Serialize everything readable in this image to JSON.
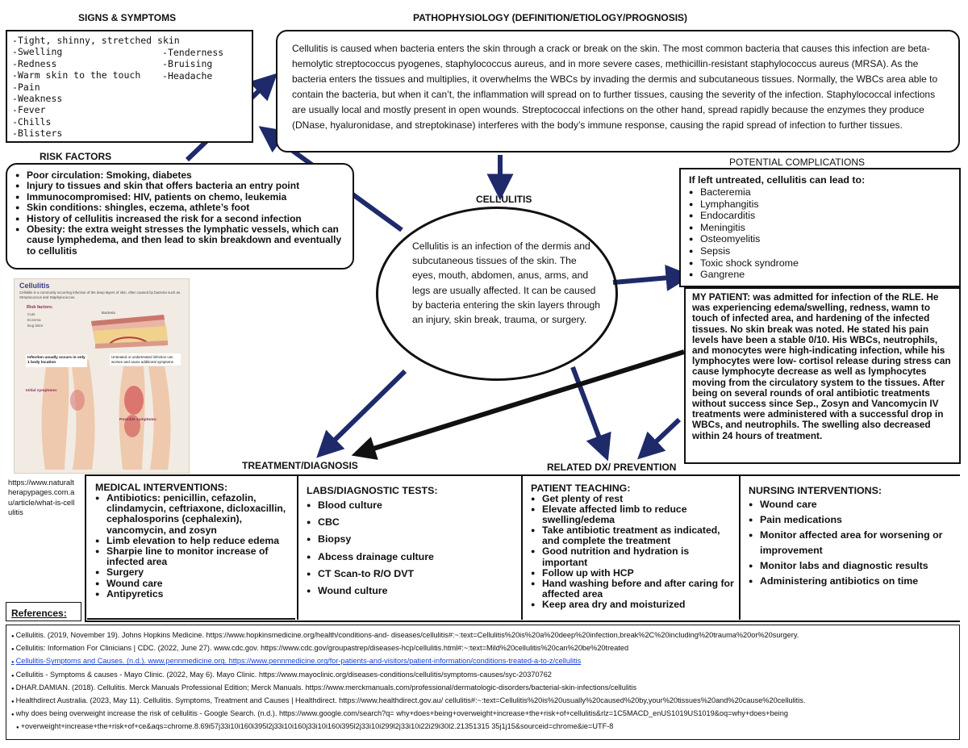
{
  "headers": {
    "signs": "SIGNS & SYMPTOMS",
    "patho": "PATHOPHYSIOLOGY (DEFINITION/ETIOLOGY/PROGNOSIS)",
    "risk": "RISK FACTORS",
    "cellulitis": "CELLULITIS",
    "complications": "POTENTIAL COMPLICATIONS",
    "treatment": "TREATMENT/DIAGNOSIS",
    "related": "RELATED DX/ PREVENTION"
  },
  "signs": {
    "left": [
      "Tight, shinny, stretched skin",
      "Swelling",
      "Redness",
      "Warm skin to the touch",
      "Pain",
      "Weakness",
      "Fever",
      "Chills",
      "Blisters"
    ],
    "right": [
      "Tenderness",
      "Bruising",
      "Headache"
    ]
  },
  "patho": {
    "text": "Cellulitis is caused when bacteria enters the skin through a crack or break on the skin. The most common bacteria that causes this infection are beta-hemolytic streptococcus pyogenes, staphylococcus aureus, and in more severe cases, methicillin-resistant staphylococcus aureus (MRSA). As the bacteria enters the tissues and multiplies, it overwhelms the WBCs by invading the dermis and subcutaneous tissues. Normally, the WBCs area able to contain the bacteria, but when it can’t, the inflammation will spread on to further tissues, causing the severity of the infection. Staphylococcal infections are usually local and mostly present in open wounds. Streptococcal infections on the other hand, spread rapidly because the enzymes they produce (DNase, hyaluronidase, and streptokinase) interferes with the body’s immune response, causing the rapid spread of infection to further tissues."
  },
  "risk": {
    "items": [
      "Poor circulation: Smoking, diabetes",
      "Injury to tissues and skin that offers bacteria an entry point",
      "Immunocompromised: HIV, patients on chemo, leukemia",
      "Skin conditions: shingles, eczema, athlete’s foot",
      "History of cellulitis increased the risk for a second infection",
      "Obesity: the extra weight stresses the lymphatic vessels, which can cause lymphedema, and then lead to skin breakdown and eventually to cellulitis"
    ]
  },
  "cellulitis": {
    "text": "Cellulitis is an infection of the dermis and subcutaneous tissues of the skin. The eyes, mouth, abdomen, anus, arms, and legs are usually affected. It can be caused by bacteria entering the skin layers through an injury, skin break, trauma, or surgery."
  },
  "complications": {
    "intro": "If left untreated, cellulitis can lead to:",
    "items": [
      "Bacteremia",
      "Lymphangitis",
      "Endocarditis",
      "Meningitis",
      "Osteomyelitis",
      "Sepsis",
      "Toxic shock syndrome",
      "Gangrene"
    ]
  },
  "patient": {
    "text": "MY PATIENT: was admitted for infection of the RLE. He was experiencing edema/swelling, redness, wamn to touch of infected area, and hardening of the infected tissues. No skin break was noted. He stated his pain levels have been a stable 0/10. His WBCs, neutrophils, and monocytes were high-indicating infection, while his lymphocytes were low- cortisol release during stress can cause lymphocyte decrease as well as lymphocytes moving from the circulatory system to the tissues. After being on several rounds of oral antibiotic treatments without success since Sep., Zosyn and Vancomycin IV treatments were administered with a successful drop in WBCs, and neutrophils. The swelling also decreased within 24 hours of treatment."
  },
  "image": {
    "title": "Cellulitis",
    "caption": "Cellulitis is a commonly occurring infection of the deep layers of skin, often caused by bacteria such as Streptococcus and Staphylococcus.",
    "risk_label": "Risk factors:",
    "risk_items": [
      "Cuts",
      "Eczema",
      "Bug bites"
    ],
    "bacteria_label": "Bacteria",
    "location_note": "Infection usually occurs in only 1 body location",
    "untreated_note": "Untreated or undertreated infection can worsen and cause additional symptoms",
    "initial_label": "Initial symptoms:",
    "possible_label": "Possible symptoms:"
  },
  "source_url": "https://www.naturaltherapypages.com.au/article/what-is-cellulitis",
  "medical": {
    "title": "MEDICAL INTERVENTIONS:",
    "items": [
      "Antibiotics: penicillin, cefazolin, clindamycin, ceftriaxone, dicloxacillin, cephalosporins (cephalexin), vancomycin, and zosyn",
      "Limb elevation to help reduce edema",
      "Sharpie line to monitor increase of infected area",
      "Surgery",
      "Wound care",
      "Antipyretics"
    ]
  },
  "labs": {
    "title": "LABS/DIAGNOSTIC TESTS:",
    "items": [
      "Blood culture",
      "CBC",
      "Biopsy",
      "Abcess drainage culture",
      "CT Scan-to R/O DVT",
      "Wound culture"
    ]
  },
  "teaching": {
    "title": "PATIENT TEACHING:",
    "items": [
      "Get plenty of rest",
      "Elevate affected limb to reduce swelling/edema",
      "Take antibiotic treatment as indicated, and complete the treatment",
      "Good nutrition and hydration is important",
      "Follow up with HCP",
      "Hand washing before and after caring for affected area",
      "Keep area dry and moisturized"
    ]
  },
  "nursing": {
    "title": "NURSING INTERVENTIONS:",
    "items": [
      "Wound care",
      "Pain medications",
      "Monitor affected area for worsening or improvement",
      "Monitor labs and diagnostic results",
      "Administering antibiotics on time"
    ]
  },
  "references": {
    "label": "References:",
    "items": [
      "Cellulitis. (2019, November 19). Johns Hopkins Medicine. https://www.hopkinsmedicine.org/health/conditions-and- diseases/cellulitis#:~:text=Cellulitis%20is%20a%20deep%20infection,break%2C%20including%20trauma%20or%20surgery.",
      "Cellulitis: Information For Clinicians | CDC. (2022, June 27). www.cdc.gov. https://www.cdc.gov/groupastrep/diseases-hcp/cellulitis.html#:~:text=Mild%20cellulitis%20can%20be%20treated",
      "Cellulitis-Symptoms and Causes. (n.d.). www.pennmedicine.org. https://www.pennmedicine.org/for-patients-and-visitors/patient-information/conditions-treated-a-to-z/cellulitis",
      "Cellulitis - Symptoms & causes - Mayo Clinic. (2022, May 6). Mayo Clinic. https://www.mayoclinic.org/diseases-conditions/cellulitis/symptoms-causes/syc-20370762",
      "DHAR.DAMIAN. (2018). Cellulitis. Merck Manuals Professional Edition; Merck Manuals. https://www.merckmanuals.com/professional/dermatologic-disorders/bacterial-skin-infections/cellulitis",
      "Healthdirect Australia. (2023, May 11). Cellulitis. Symptoms, Treatment and Causes | Healthdirect. https://www.healthdirect.gov.au/ cellulitis#:~:text=Cellulitis%20is%20usually%20caused%20by,your%20tissues%20and%20cause%20cellulitis.",
      "why does being overweight increase the risk of cellulitis - Google Search. (n.d.). https://www.google.com/search?q= why+does+being+overweight+increase+the+risk+of+cellulitis&rlz=1C5MACD_enUS1019US1019&oq=why+does+being",
      "+overweight+increase+the+risk+of+ce&aqs=chrome.8.69i57j33i10i160i395l2j33i10i160j33i10i160i395l2j33i10i299l2j33i10i22i29i30l2.21351315 35j1j15&sourceid=chrome&ie=UTF-8"
    ]
  },
  "colors": {
    "arrow": "#1f2a6b",
    "border": "#111111",
    "link": "#1a3fd6"
  }
}
